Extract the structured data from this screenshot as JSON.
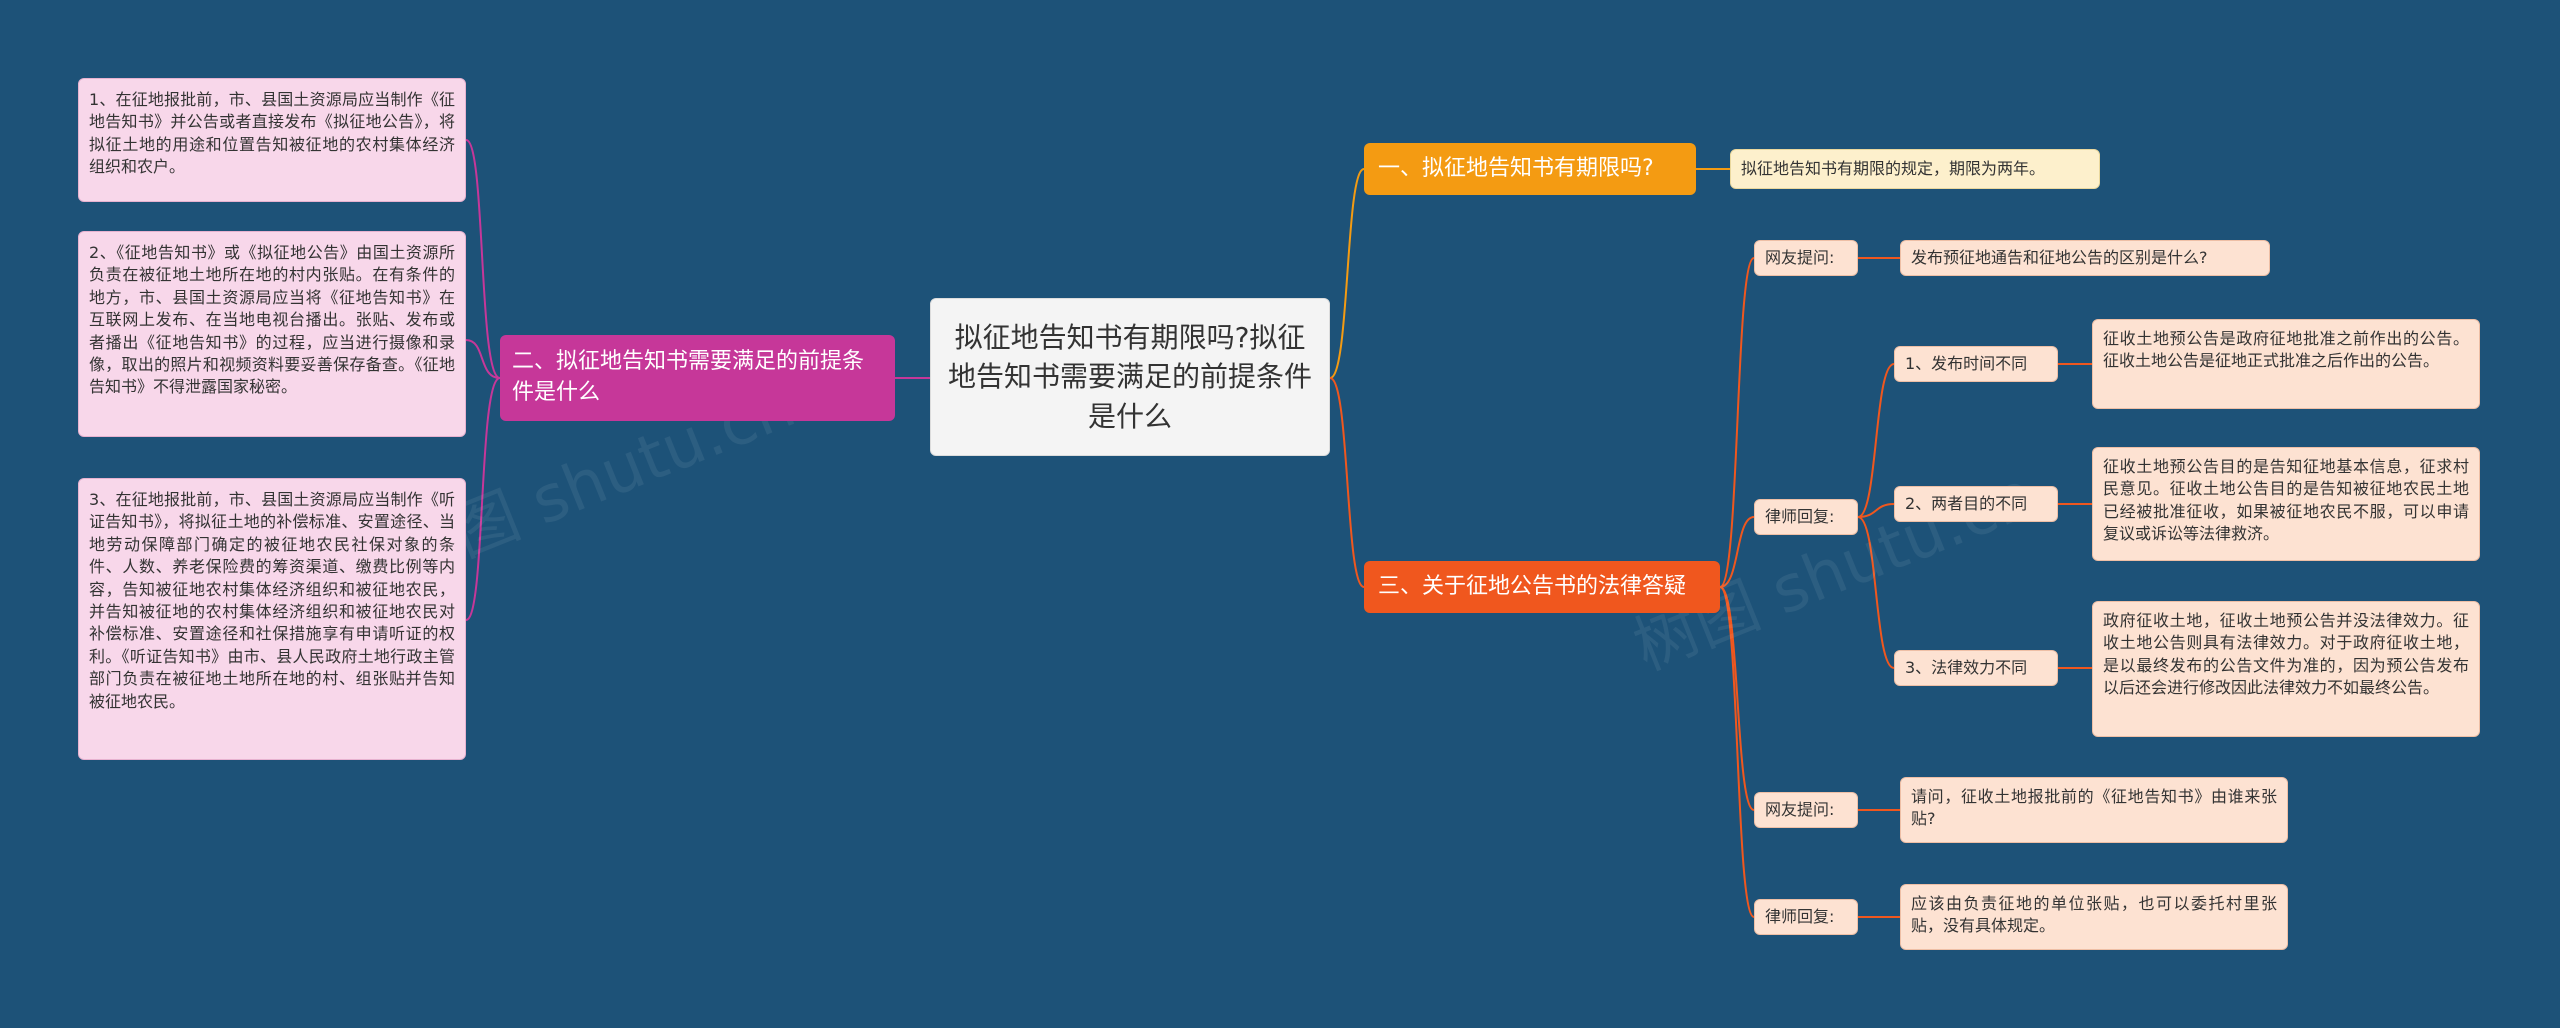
{
  "center": {
    "title": "拟征地告知书有期限吗?拟征地告知书需要满足的前提条件是什么"
  },
  "branch_left": {
    "label": "二、拟征地告知书需要满足的前提条件是什么",
    "items": [
      "1、在征地报批前，市、县国土资源局应当制作《征地告知书》并公告或者直接发布《拟征地公告》，将拟征土地的用途和位置告知被征地的农村集体经济组织和农户。",
      "2、《征地告知书》或《拟征地公告》由国土资源所负责在被征地土地所在地的村内张贴。在有条件的地方，市、县国土资源局应当将《征地告知书》在互联网上发布、在当地电视台播出。张贴、发布或者播出《征地告知书》的过程，应当进行摄像和录像，取出的照片和视频资料要妥善保存备查。《征地告知书》不得泄露国家秘密。",
      "3、在征地报批前，市、县国土资源局应当制作《听证告知书》，将拟征土地的补偿标准、安置途径、当地劳动保障部门确定的被征地农民社保对象的条件、人数、养老保险费的筹资渠道、缴费比例等内容，告知被征地农村集体经济组织和被征地农民，并告知被征地的农村集体经济组织和被征地农民对补偿标准、安置途径和社保措施享有申请听证的权利。《听证告知书》由市、县人民政府土地行政主管部门负责在被征地土地所在地的村、组张贴并告知被征地农民。"
    ]
  },
  "branch_1": {
    "label": "一、拟征地告知书有期限吗?",
    "answer": "拟征地告知书有期限的规定，期限为两年。"
  },
  "branch_3": {
    "label": "三、关于征地公告书的法律答疑",
    "q1": {
      "label": "网友提问:",
      "text": "发布预征地通告和征地公告的区别是什么?"
    },
    "a1": {
      "label": "律师回复:",
      "items": [
        {
          "label": "1、发布时间不同",
          "text": "征收土地预公告是政府征地批准之前作出的公告。征收土地公告是征地正式批准之后作出的公告。"
        },
        {
          "label": "2、两者目的不同",
          "text": "征收土地预公告目的是告知征地基本信息，征求村民意见。征收土地公告目的是告知被征地农民土地已经被批准征收，如果被征地农民不服，可以申请复议或诉讼等法律救济。"
        },
        {
          "label": "3、法律效力不同",
          "text": "政府征收土地，征收土地预公告并没法律效力。征收土地公告则具有法律效力。对于政府征收土地，是以最终发布的公告文件为准的，因为预公告发布以后还会进行修改因此法律效力不如最终公告。"
        }
      ]
    },
    "q2": {
      "label": "网友提问:",
      "text": "请问，征收土地报批前的《征地告知书》由谁来张贴?"
    },
    "a2": {
      "label": "律师回复:",
      "text": "应该由负责征地的单位张贴，也可以委托村里张贴，没有具体规定。"
    }
  },
  "watermark": "树图 shutu.cn",
  "colors": {
    "background": "#1d5278",
    "left_branch": "#c63799",
    "branch_1": "#f49b12",
    "branch_3": "#f0571e",
    "leaf_pink": "#f8d7ea",
    "leaf_yellow": "#fdf0cc",
    "leaf_peach": "#fde2d2"
  }
}
